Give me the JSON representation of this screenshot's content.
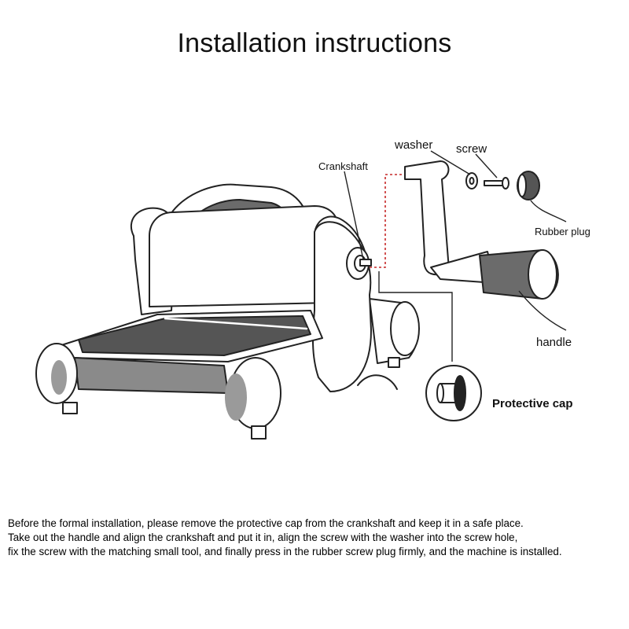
{
  "title": "Installation instructions",
  "labels": {
    "crankshaft": "Crankshaft",
    "washer": "washer",
    "screw": "screw",
    "rubber_plug": "Rubber plug",
    "handle": "handle",
    "protective_cap": "Protective cap"
  },
  "instructions": [
    "Before the formal installation, please remove the protective cap from the crankshaft and keep it in a safe place.",
    "Take out the handle and align the crankshaft and put it in, align the screw with the washer into the screw hole,",
    "fix the screw with the matching small tool, and finally press in the rubber screw plug firmly, and the machine is installed."
  ]
}
